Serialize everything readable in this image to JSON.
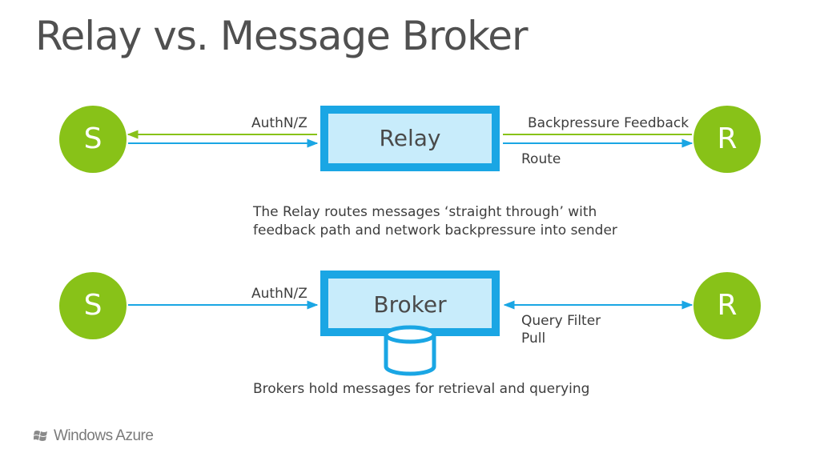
{
  "title": "Relay vs. Message Broker",
  "colors": {
    "node_green": "#88c218",
    "box_border": "#1aa6e4",
    "box_fill": "#c8ecfb",
    "arrow_blue": "#1aa6e4",
    "arrow_green": "#88c218"
  },
  "relay_section": {
    "sender_label": "S",
    "receiver_label": "R",
    "box_label": "Relay",
    "auth_label": "AuthN/Z",
    "feedback_label": "Backpressure Feedback",
    "route_label": "Route",
    "caption_line1": "The Relay routes messages ‘straight through’ with",
    "caption_line2": "feedback path and network backpressure into sender"
  },
  "broker_section": {
    "sender_label": "S",
    "receiver_label": "R",
    "box_label": "Broker",
    "auth_label": "AuthN/Z",
    "query_label": "Query Filter",
    "pull_label": "Pull",
    "storage_icon": "database-icon",
    "caption": "Brokers hold messages for retrieval and querying"
  },
  "footer": {
    "logo_icon": "windows-flag-icon",
    "logo_text": "Windows Azure"
  }
}
